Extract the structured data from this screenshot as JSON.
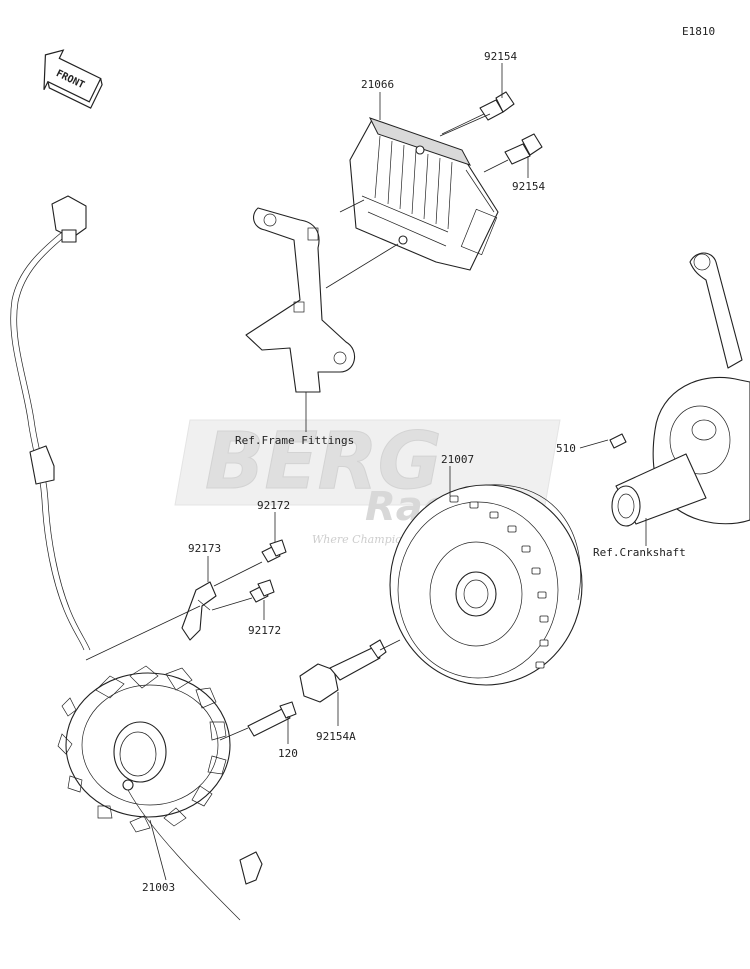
{
  "diagram_code": "E1810",
  "front_label": "FRONT",
  "watermark": {
    "brand": "BERG",
    "sub": "Racing",
    "tagline": "Where Champions are made"
  },
  "parts": [
    {
      "id": "p-21066",
      "number": "21066",
      "desc": "regulator"
    },
    {
      "id": "p-92154-top",
      "number": "92154",
      "desc": "bolt"
    },
    {
      "id": "p-92154-mid",
      "number": "92154",
      "desc": "bolt"
    },
    {
      "id": "p-21007",
      "number": "21007",
      "desc": "flywheel rotor"
    },
    {
      "id": "p-510",
      "number": "510",
      "desc": "key"
    },
    {
      "id": "p-92172-top",
      "number": "92172",
      "desc": "bolt"
    },
    {
      "id": "p-92173",
      "number": "92173",
      "desc": "clamp"
    },
    {
      "id": "p-92172-bot",
      "number": "92172",
      "desc": "bolt"
    },
    {
      "id": "p-92154A",
      "number": "92154A",
      "desc": "flange bolt"
    },
    {
      "id": "p-120",
      "number": "120",
      "desc": "bolt"
    },
    {
      "id": "p-21003",
      "number": "21003",
      "desc": "stator"
    }
  ],
  "references": {
    "frame": "Ref.Frame Fittings",
    "crankshaft": "Ref.Crankshaft"
  },
  "colors": {
    "line": "#222222",
    "watermark": "#d6d6d6"
  }
}
